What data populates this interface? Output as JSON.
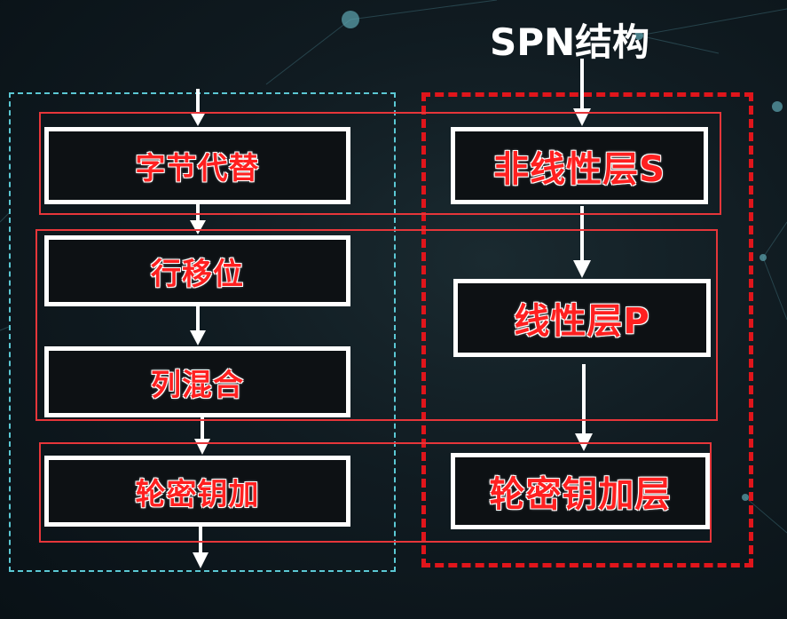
{
  "title": "SPN结构",
  "left_steps": [
    {
      "label": "字节代替"
    },
    {
      "label": "行移位"
    },
    {
      "label": "列混合"
    },
    {
      "label": "轮密钥加"
    }
  ],
  "right_steps": [
    {
      "label": "非线性层S"
    },
    {
      "label": "线性层P"
    },
    {
      "label": "轮密钥加层"
    }
  ],
  "colors": {
    "background": "#0b1419",
    "left_panel_border": "#5bc8d4",
    "right_panel_border": "#e0151b",
    "group_outline": "#e6363a",
    "box_border": "#ffffff",
    "label_text": "#ff2020",
    "arrow": "#ffffff"
  }
}
